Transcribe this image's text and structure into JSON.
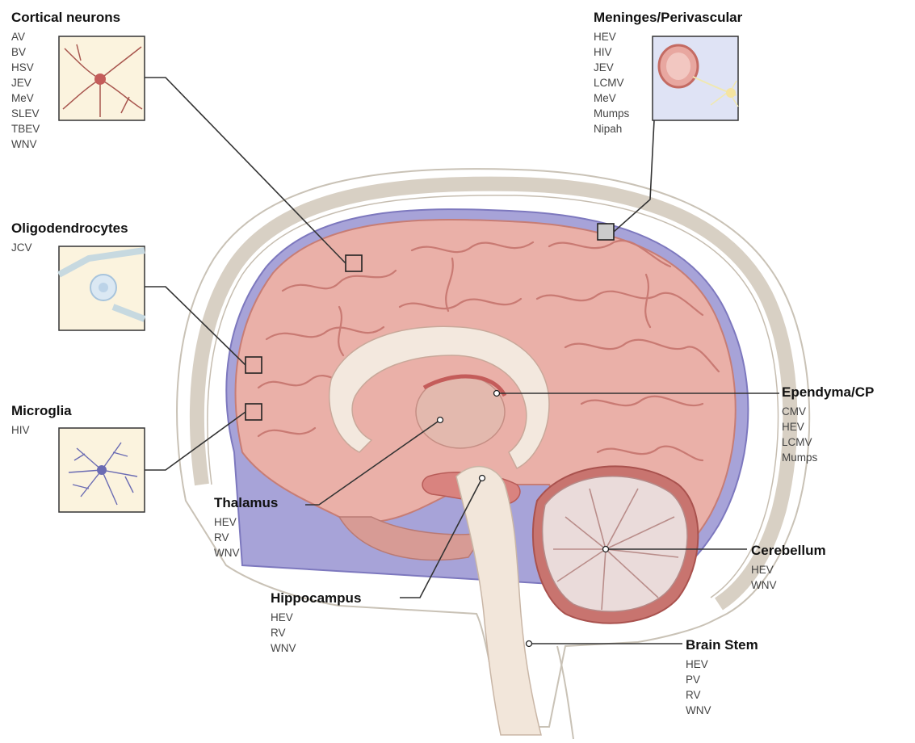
{
  "colors": {
    "cortex": "#e9a79f",
    "cortex_dark": "#c97a73",
    "meninges": "#9b97cf",
    "skull": "#f3efe7",
    "skull_line": "#b9b2a6",
    "white_matter": "#f4e9df",
    "cerebellum": "#ead9d8",
    "cerebellum_outline": "#b86c6a",
    "inset_bg": "#fbf3de",
    "inset_bg_blue": "#dfe3f5",
    "leader": "#333333",
    "microglia": "#6a6bb3",
    "neuron": "#a8564e"
  },
  "regions": {
    "cortical_neurons": {
      "title": "Cortical neurons",
      "items": [
        "AV",
        "BV",
        "HSV",
        "JEV",
        "MeV",
        "SLEV",
        "TBEV",
        "WNV"
      ]
    },
    "oligodendrocytes": {
      "title": "Oligodendrocytes",
      "items": [
        "JCV"
      ]
    },
    "microglia": {
      "title": "Microglia",
      "items": [
        "HIV"
      ]
    },
    "meninges": {
      "title": "Meninges/Perivascular",
      "items": [
        "HEV",
        "HIV",
        "JEV",
        "LCMV",
        "MeV",
        "Mumps",
        "Nipah"
      ]
    },
    "ependyma": {
      "title": "Ependyma/CP",
      "items": [
        "CMV",
        "HEV",
        "LCMV",
        "Mumps"
      ]
    },
    "thalamus": {
      "title": "Thalamus",
      "items": [
        "HEV",
        "RV",
        "WNV"
      ]
    },
    "cerebellum": {
      "title": "Cerebellum",
      "items": [
        "HEV",
        "WNV"
      ]
    },
    "hippocampus": {
      "title": "Hippocampus",
      "items": [
        "HEV",
        "RV",
        "WNV"
      ]
    },
    "brain_stem": {
      "title": "Brain Stem",
      "items": [
        "HEV",
        "PV",
        "RV",
        "WNV"
      ]
    }
  }
}
